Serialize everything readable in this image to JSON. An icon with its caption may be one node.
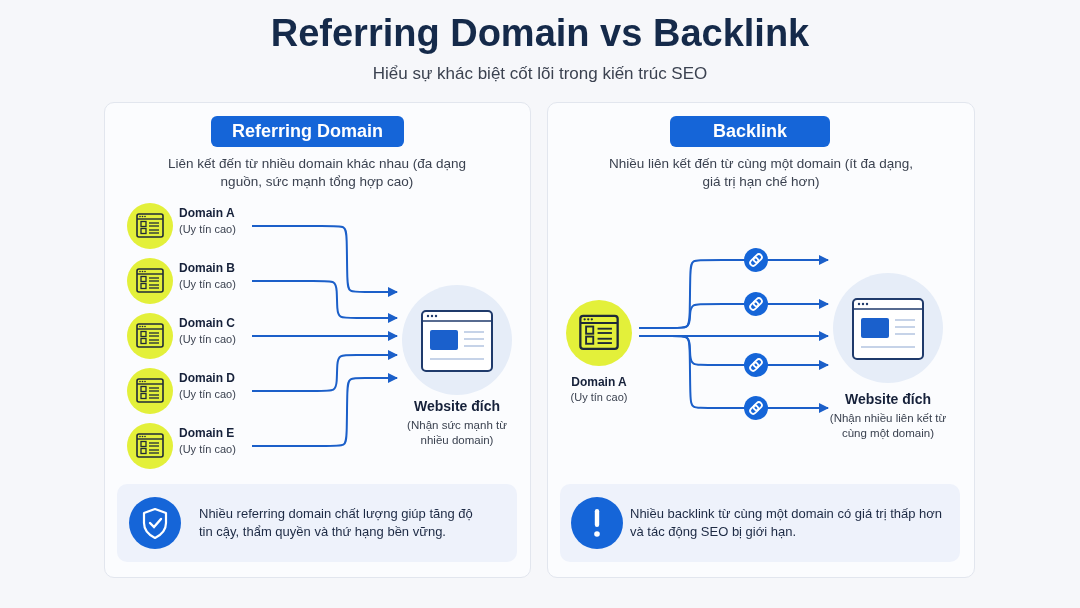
{
  "diagram": {
    "title": "Referring Domain vs Backlink",
    "nodes": [
      {
        "text": [],
        "shape": "box"
      },
      {
        "text": [
          "Referring Domain"
        ],
        "in": 0
      },
      {
        "text": [
          "Domain A",
          "(Uy tín cao)"
        ],
        "in": 0
      },
      {
        "text": [
          "Domain B",
          "(Uy tín cao)"
        ],
        "in": 0
      },
      {
        "text": [
          "Domain C",
          "(Uy tín cao)"
        ],
        "in": 0
      },
      {
        "text": [
          "Domain D",
          "(Uy tín cao)"
        ],
        "in": 0
      },
      {
        "text": [
          "Domain E",
          "(Uy tín cao)"
        ],
        "in": 0
      },
      {
        "text": [
          "Website đích",
          "(Nhận sức mạnh từ nhiều domain)"
        ],
        "in": 0
      },
      {
        "text": [
          "Nhiều referring domain chất lượng giúp tăng độ tin cậy, thẩm quyền và thứ hạng bền vững."
        ],
        "in": 0
      },
      {
        "text": [],
        "shape": "box"
      },
      {
        "text": [
          "Backlink"
        ],
        "in": 9
      },
      {
        "text": [
          "Domain A",
          "(Uy tín cao)"
        ],
        "in": 9
      },
      {
        "text": [
          "Website đích",
          "(Nhận nhiều liên kết từ cùng một domain)"
        ],
        "in": 9
      },
      {
        "text": [
          "Nhiều backlink từ cùng một domain có giá trị thấp hơn và tác động SEO bị giới hạn."
        ],
        "in": 9
      }
    ],
    "edges": [
      {
        "from": 2,
        "to": 7,
        "arrow": "to"
      },
      {
        "from": 3,
        "to": 7,
        "arrow": "to"
      },
      {
        "from": 4,
        "to": 7,
        "arrow": "to"
      },
      {
        "from": 5,
        "to": 7,
        "arrow": "to"
      },
      {
        "from": 6,
        "to": 7,
        "arrow": "to"
      },
      {
        "from": 11,
        "to": 12,
        "arrow": "to"
      },
      {
        "from": 11,
        "to": 12,
        "arrow": "to"
      },
      {
        "from": 11,
        "to": 12,
        "arrow": "to"
      },
      {
        "from": 11,
        "to": 12,
        "arrow": "to"
      },
      {
        "from": 11,
        "to": 12,
        "arrow": "to"
      }
    ],
    "labels": [
      "Hiểu sự khác biệt cốt lõi trong kiến trúc SEO",
      "Liên kết đến từ nhiều domain khác nhau (đa dạng nguồn, sức mạnh tổng hợp cao)",
      "Nhiều liên kết đến từ cùng một domain (ít đa dạng, giá trị hạn chế hơn)"
    ]
  }
}
